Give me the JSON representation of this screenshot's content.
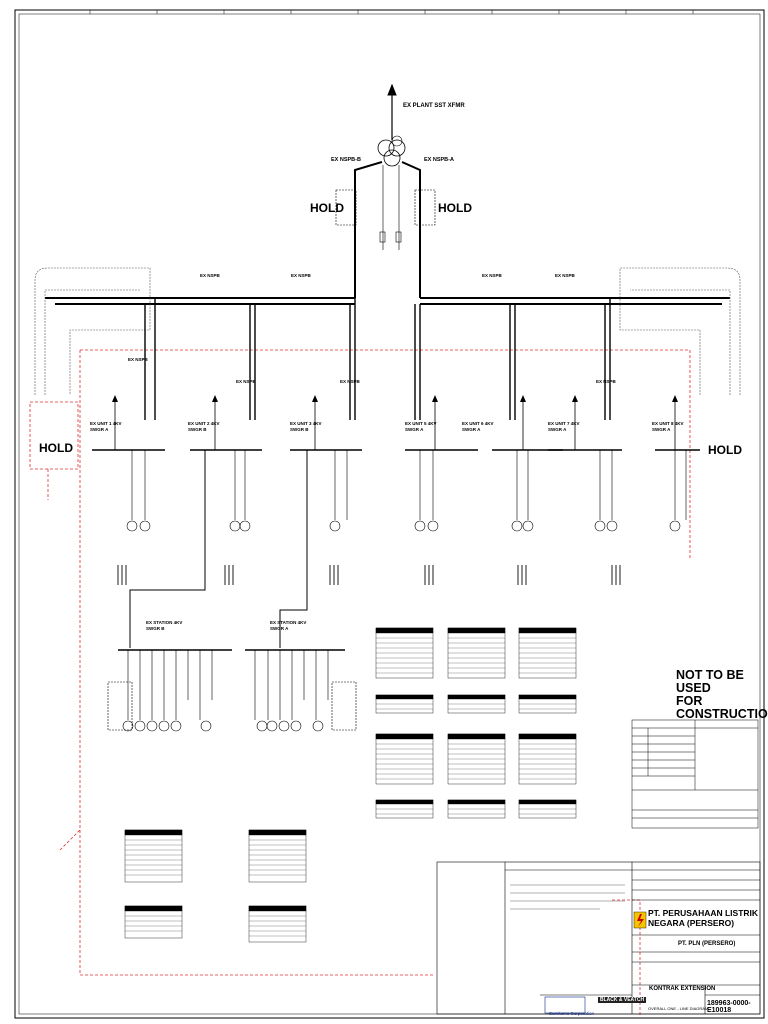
{
  "holds": [
    "HOLD",
    "HOLD",
    "HOLD",
    "HOLD"
  ],
  "transformer": {
    "label": "EX PLANT SST XFMR"
  },
  "main_buses": [
    {
      "label": "EX NSPB-B"
    },
    {
      "label": "EX NSPB-A"
    }
  ],
  "nspb_labels": [
    "EX NSPB",
    "EX NSPB",
    "EX NSPB",
    "EX NSPB",
    "EX NSPB",
    "EX NSPB",
    "EX NSPB",
    "EX NSPB"
  ],
  "unit_swgr": [
    {
      "label": "EX UNIT 1 4KV",
      "sub": "SWGR A"
    },
    {
      "label": "EX UNIT 2 4KV",
      "sub": "SWGR B"
    },
    {
      "label": "EX UNIT 3 4KV",
      "sub": "SWGR B"
    },
    {
      "label": "EX UNIT 5 4KV",
      "sub": "SWGR A"
    },
    {
      "label": "EX UNIT 6 4KV",
      "sub": "SWGR A"
    },
    {
      "label": "EX UNIT 7 4KV",
      "sub": "SWGR A"
    },
    {
      "label": "EX UNIT 8 4KV",
      "sub": "SWGR A"
    }
  ],
  "station_swgr": [
    {
      "label": "EX STATION 4KV",
      "sub": "SWGR B"
    },
    {
      "label": "EX STATION 4KV",
      "sub": "SWGR A"
    }
  ],
  "not_for_construction": {
    "line1": "NOT TO BE USED",
    "line2": "FOR CONSTRUCTION"
  },
  "title_block": {
    "company": "PT. PERUSAHAAN LISTRIK NEGARA (PERSERO)",
    "owner": "PT. PLN (PERSERO)",
    "project": "KONTRAK EXTENSION",
    "drawing": "OVERALL ONE - LINE DIAGRAM",
    "doc_no": "189963-0000-E10018",
    "engineer": "BLACK & VEATCH",
    "partner": "Sumitomo Corporation"
  },
  "colors": {
    "line": "#000000",
    "boundary": "#e03030",
    "grey": "#888888"
  }
}
